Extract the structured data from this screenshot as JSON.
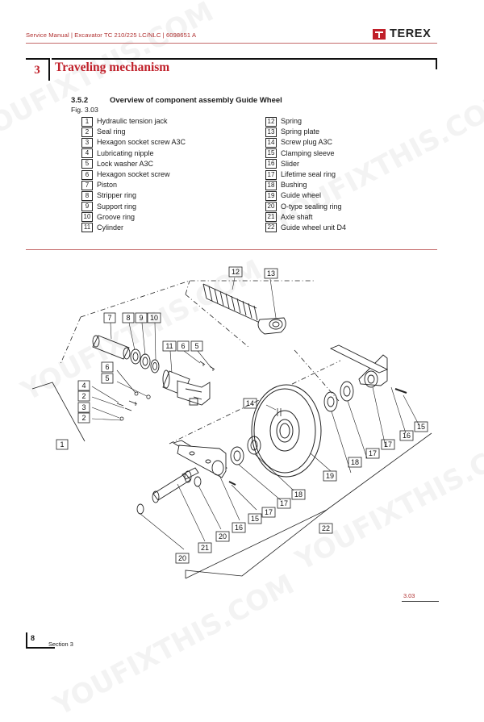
{
  "header": {
    "doc_line": "Service Manual | Excavator TC 210/225 LC/NLC | 6098651 A",
    "brand": "TEREX"
  },
  "chapter": {
    "number": "3",
    "title": "Traveling mechanism"
  },
  "section": {
    "number": "3.5.2",
    "title": "Overview of component assembly Guide Wheel",
    "figure": "Fig. 3.03"
  },
  "parts_left": [
    {
      "n": "1",
      "label": "Hydraulic tension jack"
    },
    {
      "n": "2",
      "label": "Seal ring"
    },
    {
      "n": "3",
      "label": "Hexagon socket screw A3C"
    },
    {
      "n": "4",
      "label": "Lubricating nipple"
    },
    {
      "n": "5",
      "label": "Lock washer A3C"
    },
    {
      "n": "6",
      "label": "Hexagon socket screw"
    },
    {
      "n": "7",
      "label": "Piston"
    },
    {
      "n": "8",
      "label": "Stripper ring"
    },
    {
      "n": "9",
      "label": "Support ring"
    },
    {
      "n": "10",
      "label": "Groove ring"
    },
    {
      "n": "11",
      "label": "Cylinder"
    }
  ],
  "parts_right": [
    {
      "n": "12",
      "label": "Spring"
    },
    {
      "n": "13",
      "label": "Spring plate"
    },
    {
      "n": "14",
      "label": "Screw plug A3C"
    },
    {
      "n": "15",
      "label": "Clamping sleeve"
    },
    {
      "n": "16",
      "label": "Slider"
    },
    {
      "n": "17",
      "label": "Lifetime seal ring"
    },
    {
      "n": "18",
      "label": "Bushing"
    },
    {
      "n": "19",
      "label": "Guide wheel"
    },
    {
      "n": "20",
      "label": "O-type sealing ring"
    },
    {
      "n": "21",
      "label": "Axle shaft"
    },
    {
      "n": "22",
      "label": "Guide wheel unit D4"
    }
  ],
  "callouts": {
    "c12": "12",
    "c13": "13",
    "c7": "7",
    "c8": "8",
    "c9": "9",
    "c10": "10",
    "c11": "11",
    "c6a": "6",
    "c5a": "5",
    "c6b": "6",
    "c5b": "5",
    "c4": "4",
    "c2a": "2",
    "c3": "3",
    "c2b": "2",
    "c1": "1",
    "c14": "14",
    "c15a": "15",
    "c16a": "16",
    "c17a": "17",
    "c18a": "18",
    "c19": "19",
    "c17b": "17",
    "c18b": "18",
    "c15b": "15",
    "c16b": "16",
    "c20a": "20",
    "c21": "21",
    "c22": "22",
    "c20b": "20"
  },
  "figure_ref": "3.03",
  "footer": {
    "page": "8",
    "section": "Section 3"
  },
  "watermark": "YOUFIXTHIS.COM"
}
